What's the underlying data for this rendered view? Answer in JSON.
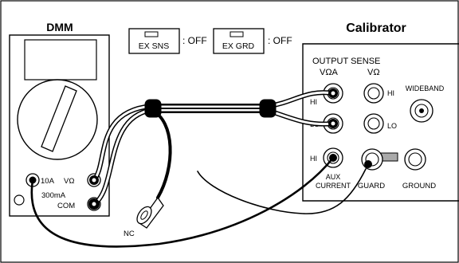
{
  "dmm": {
    "title": "DMM",
    "terminals": {
      "amp_10a": "10A",
      "v_ohm": "VΩ",
      "ma_300": "300mA",
      "com": "COM"
    }
  },
  "switches": {
    "ex_sns": {
      "label": "EX SNS",
      "state": ": OFF"
    },
    "ex_grd": {
      "label": "EX GRD",
      "state": ": OFF"
    }
  },
  "calibrator": {
    "title": "Calibrator",
    "output_sense": "OUTPUT SENSE",
    "col_output": "VΩA",
    "col_sense": "VΩ",
    "hi": "HI",
    "lo": "LO",
    "hi_sense": "HI",
    "lo_sense": "LO",
    "wideband": "WIDEBAND",
    "aux_hi": "HI",
    "aux_line1": "AUX",
    "aux_line2": "CURRENT",
    "guard": "GUARD",
    "ground": "GROUND"
  },
  "probe": {
    "nc": "NC"
  }
}
